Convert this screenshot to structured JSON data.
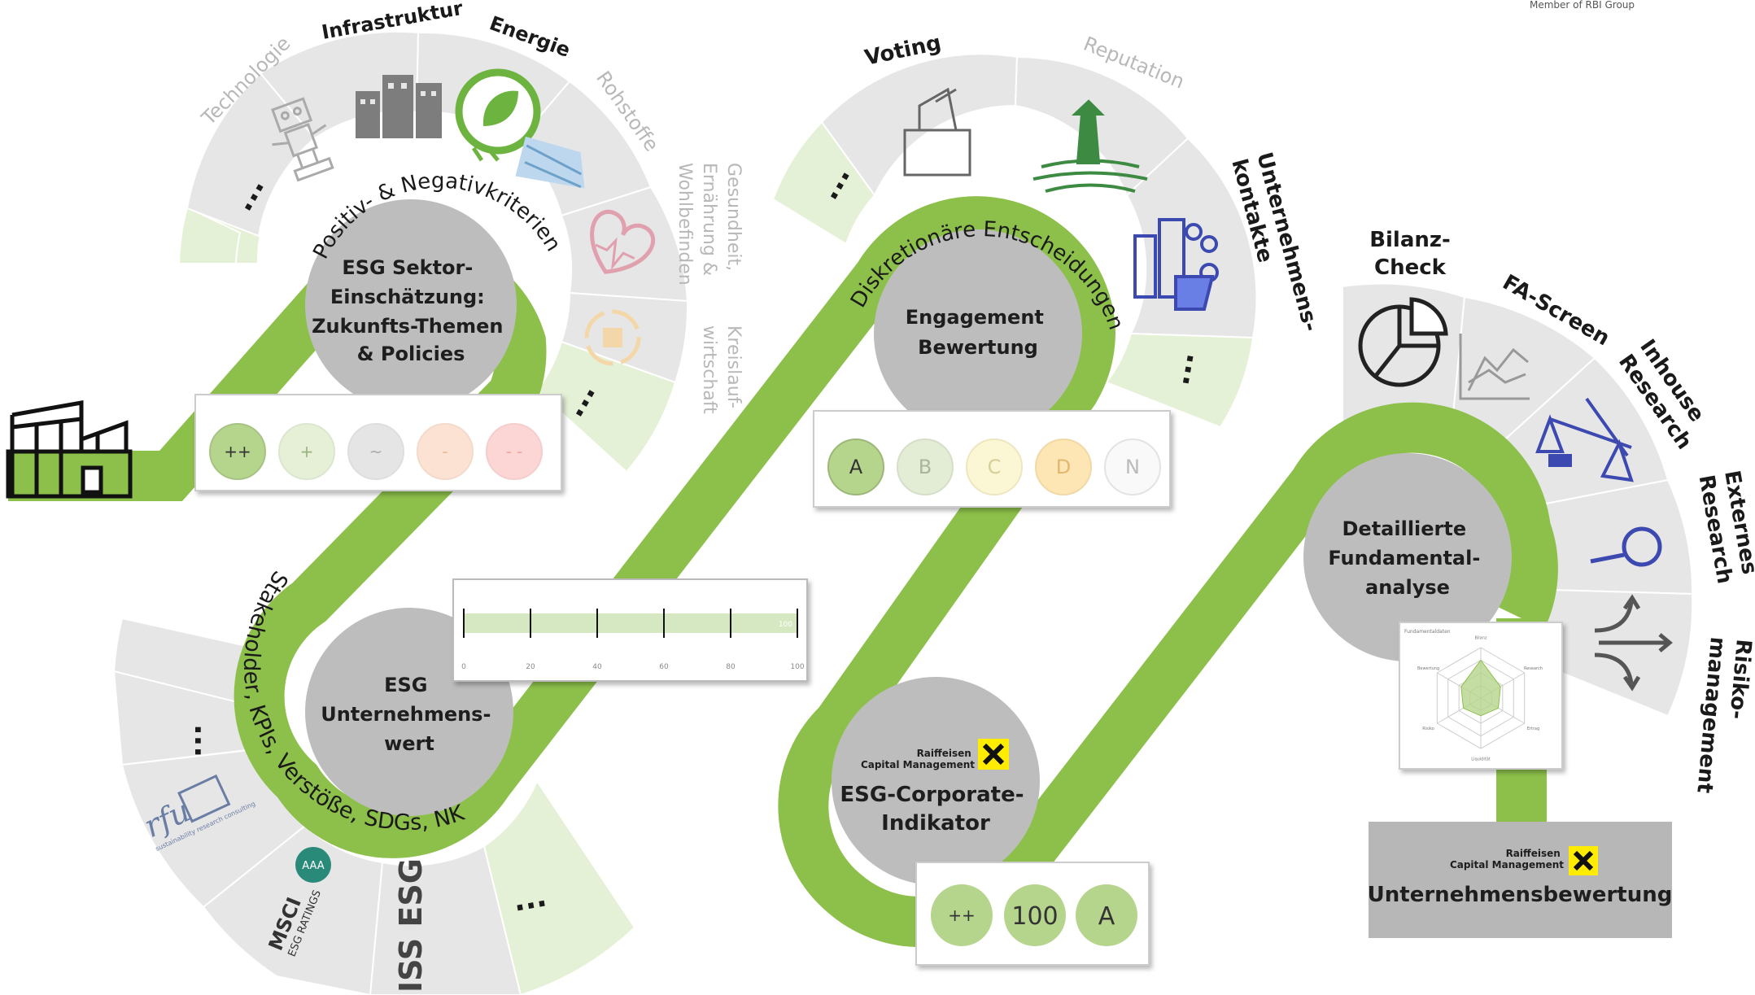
{
  "header": {
    "member": "Member of RBI Group"
  },
  "stages": {
    "sector": {
      "hub": [
        "ESG Sektor-",
        "Einschätzung:",
        "Zukunfts-Themen",
        "& Policies"
      ],
      "arc": "Positiv- & Negativkriterien",
      "segments": {
        "technologie": "Technologie",
        "infrastruktur": "Infrastruktur",
        "energie": "Energie",
        "rohstoffe": "Rohstoffe",
        "gesundheit": [
          "Gesundheit,",
          "Ernährung &",
          "Wohlbefinden"
        ],
        "kreislauf": [
          "Kreislauf-",
          "wirtschaft"
        ],
        "more": "..."
      },
      "ratings": [
        "++",
        "+",
        "~",
        "-",
        "- -"
      ]
    },
    "company": {
      "hub": [
        "ESG",
        "Unternehmens-",
        "wert"
      ],
      "arc": "Stakeholder, KPIs, Verstöße, SDGs, NK",
      "segments": {
        "more_top": "...",
        "more_bottom": "...",
        "rfu_logo": "rfu",
        "rfu_sub": "sustainability research consulting",
        "msci_logo": "MSCI",
        "msci_sub": "ESG RATINGS",
        "msci_badge": "AAA",
        "iss_logo": "ISS ESG"
      },
      "scale": {
        "ticks": [
          "0",
          "20",
          "40",
          "60",
          "80",
          "100"
        ],
        "value": 100,
        "label": "100"
      }
    },
    "engagement": {
      "hub": [
        "Engagement",
        "Bewertung"
      ],
      "arc": "Diskretionäre Entscheidungen",
      "segments": {
        "voting": "Voting",
        "reputation": "Reputation",
        "kontakte": [
          "Unternehmens-",
          "kontakte"
        ],
        "more_left": "...",
        "more_right": "..."
      },
      "ratings": [
        "A",
        "B",
        "C",
        "D",
        "N"
      ]
    },
    "corporate": {
      "brand": [
        "Raiffeisen",
        "Capital Management"
      ],
      "hub": [
        "ESG-Corporate-",
        "Indikator"
      ],
      "results": [
        "++",
        "100",
        "A"
      ]
    },
    "fundamental": {
      "hub": [
        "Detaillierte",
        "Fundamental-",
        "analyse"
      ],
      "segments": {
        "bilanz": [
          "Bilanz-",
          "Check"
        ],
        "fa_screen": "FA-Screen",
        "inhouse": [
          "Inhouse",
          "Research"
        ],
        "externes": [
          "Externes",
          "Research"
        ],
        "risiko": [
          "Risiko-",
          "management"
        ]
      },
      "radar": {
        "title": "Fundamentaldaten",
        "axes": [
          "Bilanz",
          "Research",
          "Ertrag",
          "Liquidität",
          "Risiko",
          "Bewertung"
        ],
        "values": [
          0.75,
          0.45,
          0.4,
          0.35,
          0.4,
          0.45
        ]
      }
    },
    "valuation": {
      "brand": [
        "Raiffeisen",
        "Capital Management"
      ],
      "label": "Unternehmensbewertung"
    }
  },
  "colors": {
    "path": "#8dc04a",
    "hub": "#bdbdbd",
    "segment": "#e6e6e6",
    "segment_light_green": "#e5f1d6",
    "rating_pp": "#b5d48c",
    "rating_p": "#e5f0d7",
    "rating_tilde": "#e5e5e5",
    "rating_m": "#fbe2d3",
    "rating_mm": "#fbd6d4",
    "grade_a": "#b5d48c",
    "grade_b": "#e3edd6",
    "grade_c": "#fbf6d4",
    "grade_d": "#fde6b4",
    "grade_n": "#f5f5f5",
    "brand_yellow": "#ffec00"
  },
  "icons": {
    "building": "building-icon",
    "robot": "robot-icon",
    "city": "city-icon",
    "energy": "energy-leaf-icon",
    "raw": "raw-material-icon",
    "health": "heart-icon",
    "circular": "recycle-box-icon",
    "ballot": "ballot-box-icon",
    "lighthouse": "lighthouse-icon",
    "people": "people-icon",
    "piechart": "pie-chart-icon",
    "linechart": "line-chart-icon",
    "scale": "scale-icon",
    "magnifier": "magnifier-icon",
    "arrows": "arrows-icon"
  }
}
